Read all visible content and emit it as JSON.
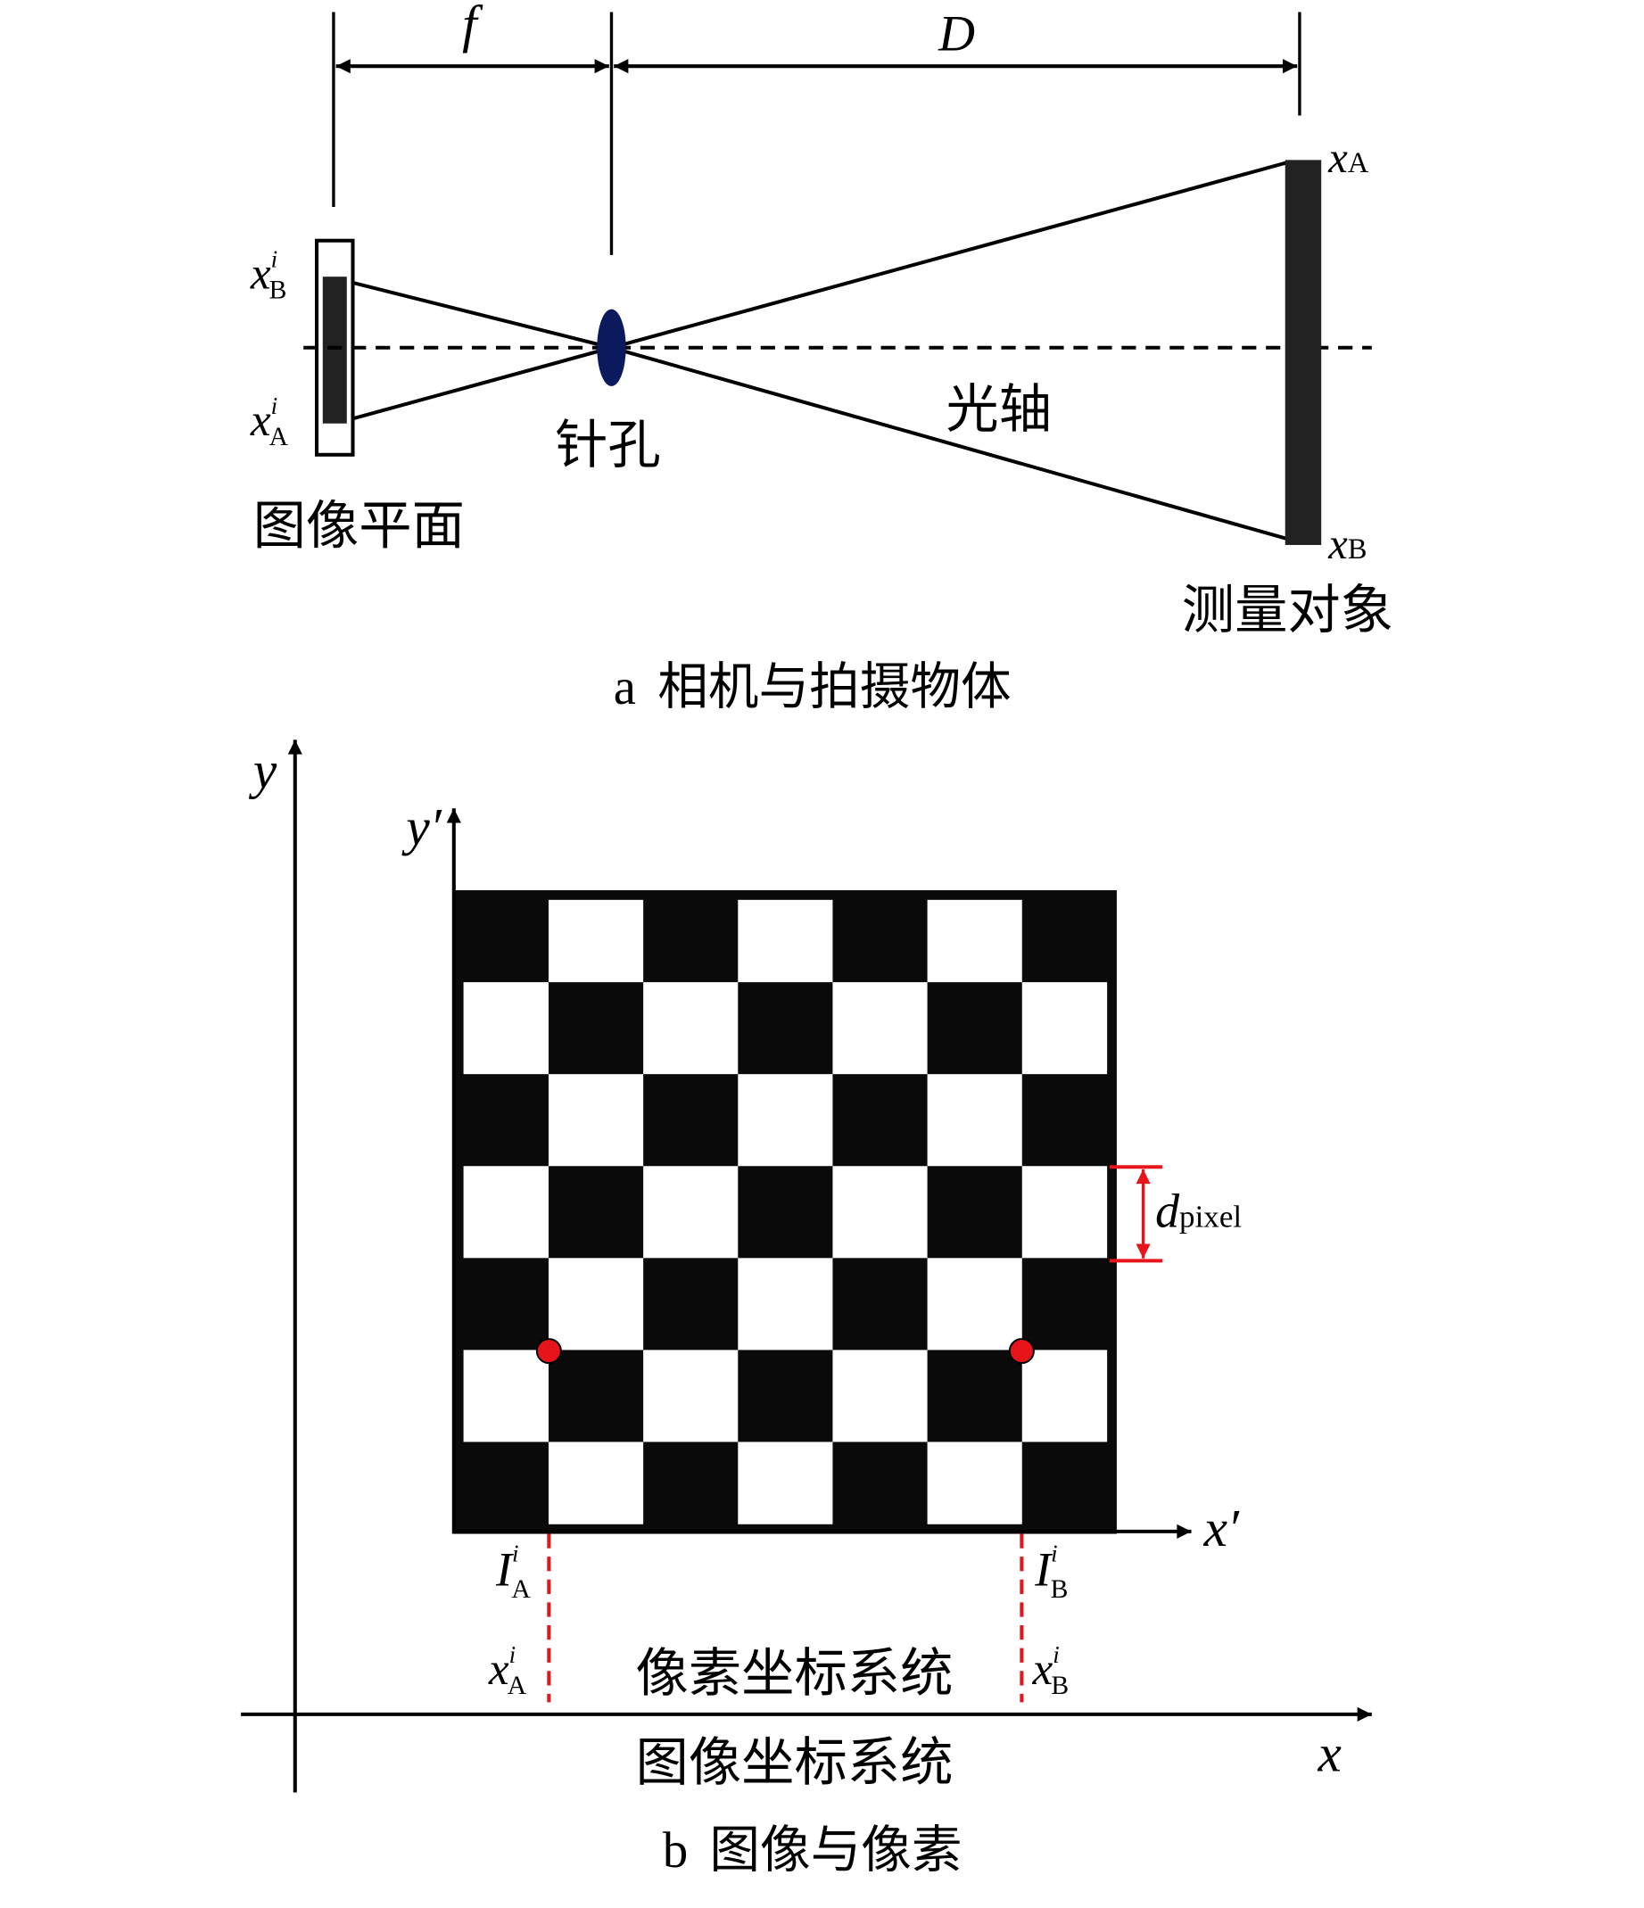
{
  "panel_a": {
    "caption_letter": "a",
    "caption_text": "相机与拍摄物体",
    "focal_label": "f",
    "distance_label": "D",
    "pinhole_label": "针孔",
    "optical_axis_label": "光轴",
    "image_plane_label": "图像平面",
    "object_label": "测量对象",
    "xA": {
      "base": "x",
      "sub": "A"
    },
    "xB": {
      "base": "x",
      "sub": "B"
    },
    "xAi": {
      "base": "x",
      "sup": "i",
      "sub": "A"
    },
    "xBi": {
      "base": "x",
      "sup": "i",
      "sub": "B"
    },
    "colors": {
      "lens": "#0b1a5c",
      "object": "#222222"
    }
  },
  "panel_b": {
    "caption_letter": "b",
    "caption_text": "图像与像素",
    "y_axis": "y",
    "x_axis": "x",
    "y_prime_axis": "y′",
    "x_prime_axis": "x′",
    "dpixel": {
      "base": "d",
      "sub": "pixel"
    },
    "IAi": {
      "base": "I",
      "sup": "i",
      "sub": "A"
    },
    "IBi": {
      "base": "I",
      "sup": "i",
      "sub": "B"
    },
    "xAi": {
      "base": "x",
      "sup": "i",
      "sub": "A"
    },
    "xBi": {
      "base": "x",
      "sup": "i",
      "sub": "B"
    },
    "pixel_system_label": "像素坐标系统",
    "image_system_label": "图像坐标系统",
    "checkerboard": {
      "rows": 7,
      "cols": 7
    },
    "colors": {
      "marker": "#e8141c"
    }
  }
}
